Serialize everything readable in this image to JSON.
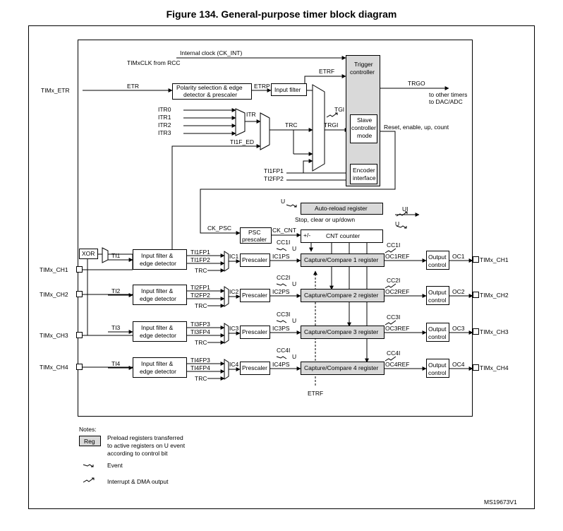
{
  "title": "Figure 134. General-purpose timer block diagram",
  "figure_id": "MS19673V1",
  "labels": {
    "internal_clock": "Internal clock (CK_INT)",
    "timxclk": "TIMxCLK from RCC",
    "timx_etr": "TIMx_ETR",
    "etr": "ETR",
    "etrp": "ETRP",
    "etrf": "ETRF",
    "etrf_bottom": "ETRF",
    "itr0": "ITR0",
    "itr1": "ITR1",
    "itr2": "ITR2",
    "itr3": "ITR3",
    "itr": "ITR",
    "trc": "TRC",
    "ti1f_ed": "TI1F_ED",
    "tgi": "TGI",
    "trgi": "TRGI",
    "ti1fp1": "TI1FP1",
    "ti2fp2": "TI2FP2",
    "trgo": "TRGO",
    "to_other_timers": "to other timers",
    "to_dac_adc": "to DAC/ADC",
    "reset_enable": "Reset, enable, up, count",
    "u": "U",
    "ui": "UI",
    "stop_clear": "Stop, clear or up/down",
    "ck_psc": "CK_PSC",
    "ck_cnt": "CK_CNT",
    "plus_minus": "+/-",
    "xor": "XOR"
  },
  "blocks": {
    "polarity": [
      "Polarity selection & edge",
      "detector & prescaler"
    ],
    "input_filter": "Input filter",
    "trigger_controller": [
      "Trigger",
      "controller"
    ],
    "slave_controller": [
      "Slave",
      "controller",
      "mode"
    ],
    "encoder": [
      "Encoder",
      "interface"
    ],
    "auto_reload": "Auto-reload register",
    "psc": [
      "PSC",
      "prescaler"
    ],
    "cnt_counter": "CNT counter",
    "input_filter_edge": [
      "Input filter &",
      "edge detector"
    ],
    "prescaler": "Prescaler",
    "output_control": [
      "Output",
      "control"
    ]
  },
  "channels": [
    {
      "pin": "TIMx_CH1",
      "ti": "TI1",
      "fp_a": "TI1FP1",
      "fp_b": "TI1FP2",
      "trc": "TRC",
      "ic": "IC1",
      "icps": "IC1PS",
      "cci": "CC1I",
      "ccr": "Capture/Compare 1 register",
      "cc_out": "CC1I",
      "ocref": "OC1REF",
      "oc": "OC1",
      "pin_out": "TIMx_CH1",
      "u": "U"
    },
    {
      "pin": "TIMx_CH2",
      "ti": "TI2",
      "fp_a": "TI2FP1",
      "fp_b": "TI2FP2",
      "trc": "TRC",
      "ic": "IC2",
      "icps": "IC2PS",
      "cci": "CC2I",
      "ccr": "Capture/Compare 2 register",
      "cc_out": "CC2I",
      "ocref": "OC2REF",
      "oc": "OC2",
      "pin_out": "TIMx_CH2",
      "u": "U"
    },
    {
      "pin": "TIMx_CH3",
      "ti": "TI3",
      "fp_a": "TI3FP3",
      "fp_b": "TI3FP4",
      "trc": "TRC",
      "ic": "IC3",
      "icps": "IC3PS",
      "cci": "CC3I",
      "ccr": "Capture/Compare 3 register",
      "cc_out": "CC3I",
      "ocref": "OC3REF",
      "oc": "OC3",
      "pin_out": "TIMx_CH3",
      "u": "U"
    },
    {
      "pin": "TIMx_CH4",
      "ti": "TI4",
      "fp_a": "TI4FP3",
      "fp_b": "TI4FP4",
      "trc": "TRC",
      "ic": "IC4",
      "icps": "IC4PS",
      "cci": "CC4I",
      "ccr": "Capture/Compare 4 register",
      "cc_out": "CC4I",
      "ocref": "OC4REF",
      "oc": "OC4",
      "pin_out": "TIMx_CH4",
      "u": "U"
    }
  ],
  "notes": {
    "heading": "Notes:",
    "reg": "Reg",
    "preload": [
      "Preload registers transferred",
      "to active registers on U event",
      "according to control bit"
    ],
    "event": "Event",
    "interrupt": "Interrupt & DMA output"
  }
}
